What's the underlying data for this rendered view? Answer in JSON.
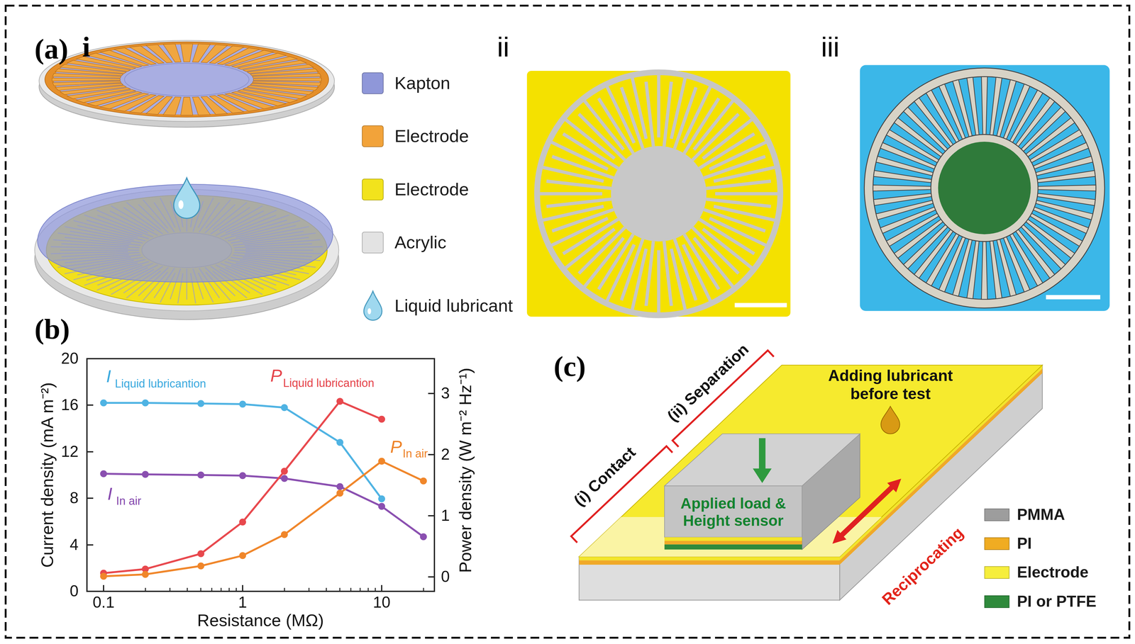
{
  "diagram": {
    "labels": [
      "(a)",
      "i",
      "ii",
      "iii",
      "(b)",
      "20",
      "16",
      "12",
      "8",
      "4",
      "0",
      "3",
      "2",
      "1",
      "0",
      "0.1",
      "1",
      "10",
      "Resistance (MΩ)",
      "Current density (mA m⁻²)",
      "Power density (W m⁻² Hz⁻¹)",
      "I",
      "Liquid lubricantion",
      "P",
      "Liquid lubricantion",
      "P",
      "In air",
      "I",
      "In air",
      "(c)",
      "Adding lubricant before test",
      "Applied load & Height sensor",
      "(i) Contact",
      "(ii) Separation",
      "Reciprocating"
    ],
    "legend": [
      {
        "text": "Kapton",
        "color": "#8f97d9"
      },
      {
        "text": "Electrode",
        "color": "#f2a33a"
      },
      {
        "text": "Electrode",
        "color": "#f2e31c"
      },
      {
        "text": "Acrylic",
        "color": "#e3e3e3"
      },
      {
        "text": "Liquid lubricant"
      },
      {
        "text": "PMMA",
        "color": "#9d9d9d"
      },
      {
        "text": "PI",
        "color": "#f0ac22"
      },
      {
        "text": "Electrode",
        "color": "#f6ee3c"
      },
      {
        "text": "PI or PTFE",
        "color": "#2f8a3c"
      }
    ]
  }
}
